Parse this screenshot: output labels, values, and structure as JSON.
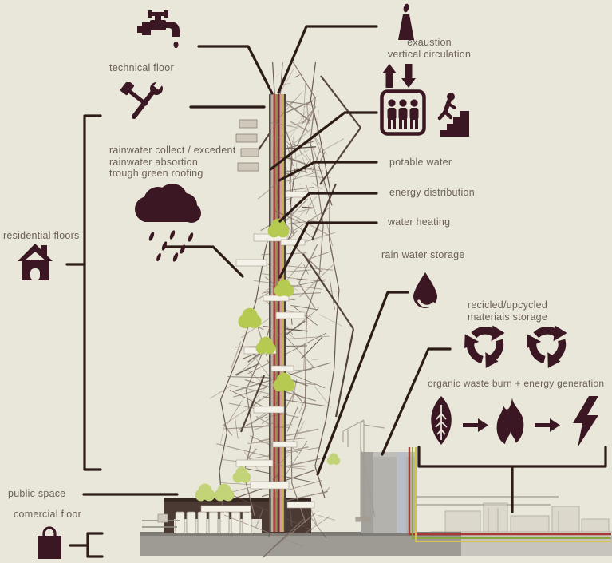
{
  "page": {
    "background": "#e9e7da"
  },
  "colors": {
    "ink": "#3a1723",
    "connector_line": "#2c1b17",
    "text": "#6b5f58",
    "tree_green": "#b6ca52",
    "deck_brown": "#4b3a33",
    "ground_gray": "#9e9b95",
    "service_red": "#a83a35",
    "service_green": "#8ba446",
    "service_yellow": "#d3c24b",
    "column_stripes": [
      "#55504b",
      "#b8b2a6",
      "#a84340",
      "#8f9150",
      "#6e2f3b",
      "#d69d95",
      "#c9b457",
      "#4a443f"
    ]
  },
  "labels": {
    "technical_floor": "technical floor",
    "exaustion_1": "exaustion",
    "exaustion_2": "vertical circulation",
    "rainwater_1": "rainwater collect / excedent",
    "rainwater_2": "rainwater absortion",
    "rainwater_3": "trough green roofing",
    "residential_floors": "residential floors",
    "potable_water": "potable water",
    "energy_distribution": "energy distribution",
    "water_heating": "water heating",
    "rain_water_storage": "rain water storage",
    "recycled_1": "recicled/upcycled",
    "recycled_2": "materiais storage",
    "organic_waste": "organic waste burn + energy generation",
    "public_space": "public space",
    "comercial_floor": "comercial floor"
  },
  "icons": [
    "faucet-icon",
    "hammer-wrench-icon",
    "chimney-flame-icon",
    "up-down-arrows-icon",
    "elevator-icon",
    "person-stairs-icon",
    "rain-cloud-icon",
    "house-icon",
    "water-drop-icon",
    "recycle-icon",
    "leaf-icon",
    "fire-icon",
    "lightning-icon",
    "right-arrow-icon",
    "shopping-bag-icon"
  ]
}
